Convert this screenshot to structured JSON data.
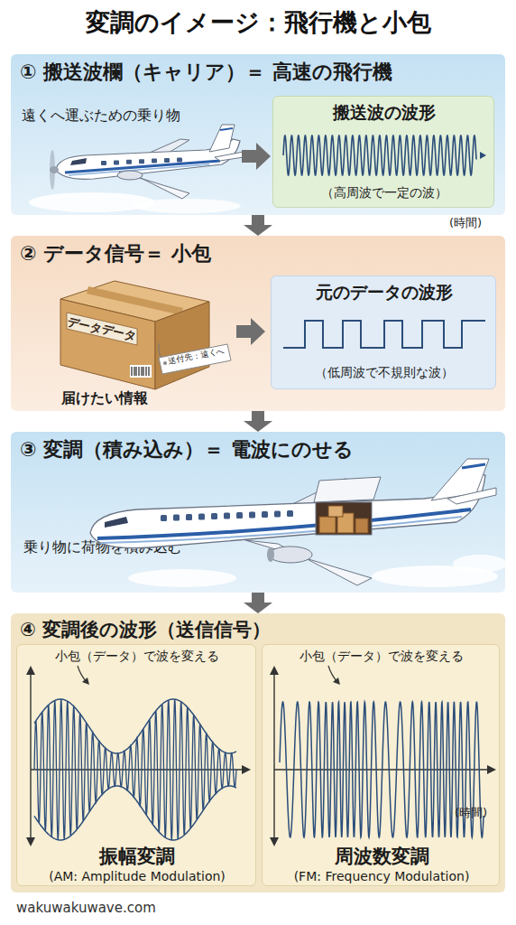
{
  "diagram": {
    "title": "変調のイメージ：飛行機と小包",
    "nodes": [
      {
        "text": [
          "① 搬送波欄（キャリア）＝ 高速の飛行機",
          "遠くへ運ぶための乗り物"
        ]
      },
      {
        "text": [
          "搬送波の波形",
          "（高周波で一定の波）"
        ],
        "in": 0
      },
      {
        "text": [
          "② データ信号＝ 小包",
          "届けたい情報"
        ]
      },
      {
        "text": [
          "元のデータの波形",
          "（低周波で不規則な波）"
        ],
        "in": 2
      },
      {
        "text": [
          "③ 変調（積み込み）＝ 電波にのせる",
          "乗り物に荷物を積み込む"
        ]
      },
      {
        "text": [
          "④ 変調後の波形（送信信号）"
        ]
      },
      {
        "text": [
          "小包（データ）で波を変える",
          "振幅変調",
          "(AM: Amplitude Modulation)"
        ],
        "in": 5
      },
      {
        "text": [
          "小包（データ）で波を変える",
          "周波数変調",
          "(FM: Frequency Modulation)"
        ],
        "in": 5
      }
    ],
    "edges": [
      {
        "from": 0,
        "to": 2,
        "arrow": "to"
      },
      {
        "from": 2,
        "to": 4,
        "arrow": "to"
      },
      {
        "from": 4,
        "to": 5,
        "arrow": "to"
      }
    ],
    "labels": [
      "(時間)",
      "データデータ",
      "送付先：遠くへ",
      "(時間)",
      "wakuwakuwave.com"
    ]
  }
}
